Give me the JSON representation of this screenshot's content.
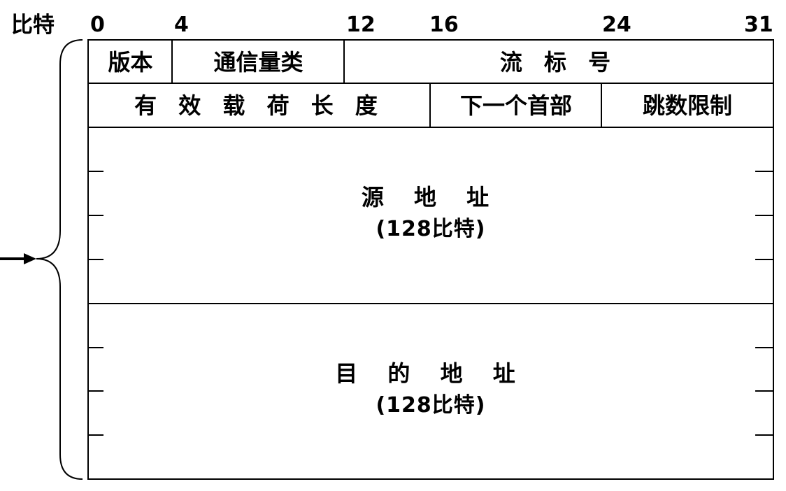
{
  "diagram": {
    "bit_unit_label": "比特",
    "bit_positions": [
      "0",
      "4",
      "12",
      "16",
      "24",
      "31"
    ],
    "rows": [
      {
        "fields": [
          {
            "label": "版本"
          },
          {
            "label": "通信量类"
          },
          {
            "label": "流 标 号"
          }
        ]
      },
      {
        "fields": [
          {
            "label": "有 效 载 荷 长 度"
          },
          {
            "label": "下一个首部"
          },
          {
            "label": "跳数限制"
          }
        ]
      }
    ],
    "source_address": {
      "label": "源 地 址",
      "size": "(128比特)"
    },
    "destination_address": {
      "label": "目 的 地 址",
      "size": "(128比特)"
    }
  }
}
